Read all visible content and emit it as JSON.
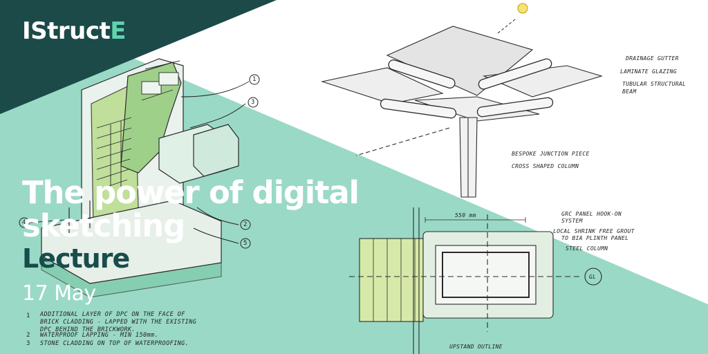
{
  "brand": {
    "text_main": "IStruct",
    "text_accent": "E"
  },
  "title": {
    "line1": "The power of digital",
    "line2": "sketching"
  },
  "subtitle": "Lecture",
  "date": "17 May",
  "colors": {
    "dark_teal": "#1b4a48",
    "mint": "#9ad9c6",
    "accent_green": "#5fd3b0",
    "sketch_green": "#b9dc8c"
  },
  "canopy_labels": {
    "gutter": "DRAINAGE GUTTER",
    "glazing": "LAMINATE GLAZING",
    "beam_1": "TUBULAR STRUCTURAL",
    "beam_2": "BEAM",
    "junction": "BESPOKE JUNCTION PIECE",
    "column": "CROSS SHAPED COLUMN"
  },
  "detail_labels": {
    "dim": "550 mm",
    "grc_1": "GRC PANEL HOOK-ON",
    "grc_2": "SYSTEM",
    "grout_1": "LOCAL SHRINK FREE GROUT",
    "grout_2": "TO BIA PLINTH PANEL",
    "steel": "STEEL COLUMN",
    "gl": "GL",
    "upstand": "UPSTAND OUTLINE"
  },
  "callouts": [
    "1",
    "3",
    "2",
    "5",
    "4"
  ],
  "legend": [
    {
      "num": "1",
      "line1": "ADDITIONAL LAYER OF DPC ON THE FACE OF",
      "line2": "BRICK CLADDING - LAPPED WITH THE EXISTING",
      "line3": "DPC BEHIND THE BRICKWORK."
    },
    {
      "num": "2",
      "line1": "WATERPROOF LAPPING - MIN 150mm."
    },
    {
      "num": "3",
      "line1": "STONE CLADDING ON TOP OF WATERPROOFING."
    }
  ]
}
